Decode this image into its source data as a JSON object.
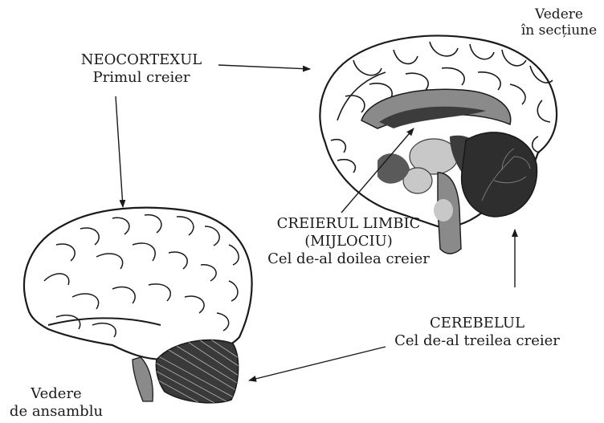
{
  "labels": {
    "section_view": [
      "Vedere",
      "în secțiune"
    ],
    "overall_view": [
      "Vedere",
      "de ansamblu"
    ],
    "neocortex": {
      "name": "NEOCORTEXUL",
      "desc": "Primul creier"
    },
    "limbic": {
      "name": "CREIERUL LIMBIC",
      "sub": "(MIJLOCIU)",
      "desc": "Cel de-al doilea creier"
    },
    "cerebellum": {
      "name": "CEREBELUL",
      "desc": "Cel de-al treilea creier"
    }
  },
  "icons": [
    "brain-cross-section",
    "brain-overall-view",
    "arrow"
  ],
  "colors": {
    "ink": "#1a1a1a",
    "dark_gray": "#3c3c3c",
    "mid_gray": "#8a8a8a",
    "light_gray": "#c8c8c8"
  }
}
